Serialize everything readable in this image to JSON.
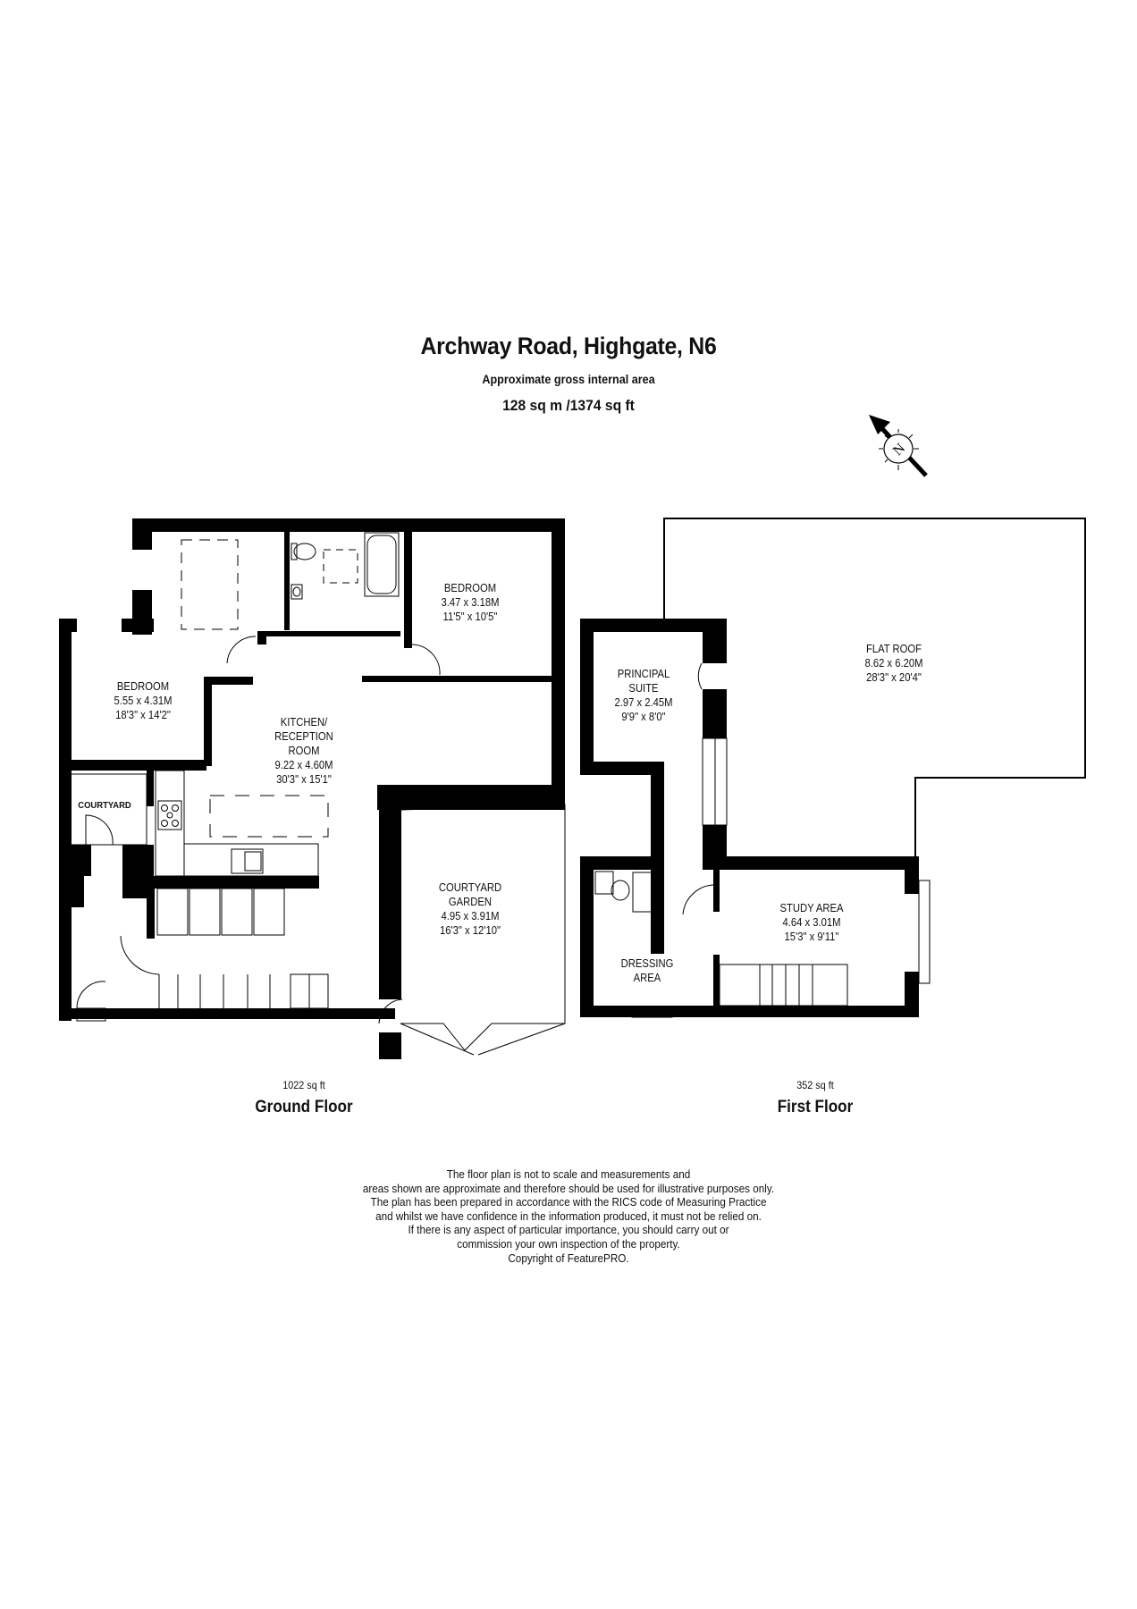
{
  "header": {
    "title": "Archway Road, Highgate, N6",
    "subtitle": "Approximate gross internal area",
    "total_area": "128 sq m /1374 sq ft"
  },
  "compass": {
    "icon": "north-arrow-icon",
    "letter": "N"
  },
  "ground_floor": {
    "name": "Ground Floor",
    "area": "1022 sq ft",
    "rooms": [
      {
        "name": "BEDROOM",
        "metric": "5.55 x 4.31M",
        "imperial": "18'3\" x 14'2\""
      },
      {
        "name": "BEDROOM",
        "metric": "3.47 x 3.18M",
        "imperial": "11'5\" x 10'5\""
      },
      {
        "name_lines": [
          "KITCHEN/",
          "RECEPTION",
          "ROOM"
        ],
        "metric": "9.22 x 4.60M",
        "imperial": "30'3\" x 15'1\""
      },
      {
        "name_lines": [
          "COURTYARD",
          "GARDEN"
        ],
        "metric": "4.95 x 3.91M",
        "imperial": "16'3\" x 12'10\""
      },
      {
        "name": "COURTYARD"
      }
    ]
  },
  "first_floor": {
    "name": "First Floor",
    "area": "352 sq ft",
    "rooms": [
      {
        "name_lines": [
          "PRINCIPAL",
          "SUITE"
        ],
        "metric": "2.97 x 2.45M",
        "imperial": "9'9\" x 8'0\""
      },
      {
        "name": "FLAT ROOF",
        "metric": "8.62 x 6.20M",
        "imperial": "28'3\" x 20'4\""
      },
      {
        "name": "STUDY AREA",
        "metric": "4.64 x 3.01M",
        "imperial": "15'3\" x 9'11\""
      },
      {
        "name_lines": [
          "DRESSING",
          "AREA"
        ]
      }
    ]
  },
  "disclaimer": [
    "The floor plan is not to scale and measurements and",
    "areas shown are approximate and therefore should be used for illustrative purposes only.",
    "The plan has been prepared in accordance with the RICS code of Measuring Practice",
    "and whilst we have confidence in the information produced, it must not be relied on.",
    "If there is any aspect of particular importance, you should carry out or",
    "commission your own inspection of the property.",
    "Copyright of FeaturePRO."
  ],
  "colors": {
    "wall": "#000000",
    "background": "#ffffff",
    "text": "#111111"
  }
}
